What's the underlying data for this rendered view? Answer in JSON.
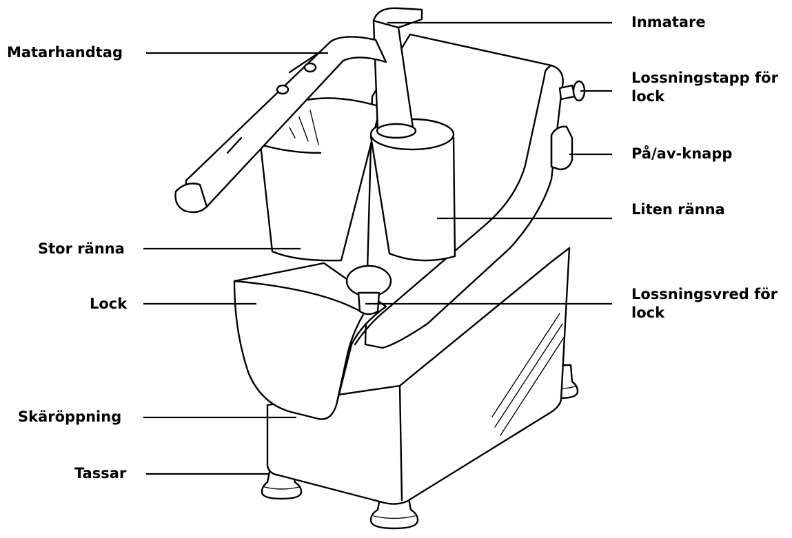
{
  "labels": {
    "matarhandtag": "Matarhandtag",
    "inmatare": "Inmatare",
    "lossningstapp": "Lossningstapp för lock",
    "paav": "På/av-knapp",
    "litenranna": "Liten ränna",
    "storranna": "Stor ränna",
    "lock": "Lock",
    "lossningsvred": "Lossningsvred för lock",
    "skaroppning": "Skäröppning",
    "tassar": "Tassar"
  },
  "colors": {
    "line": "#000000",
    "background": "#ffffff"
  }
}
